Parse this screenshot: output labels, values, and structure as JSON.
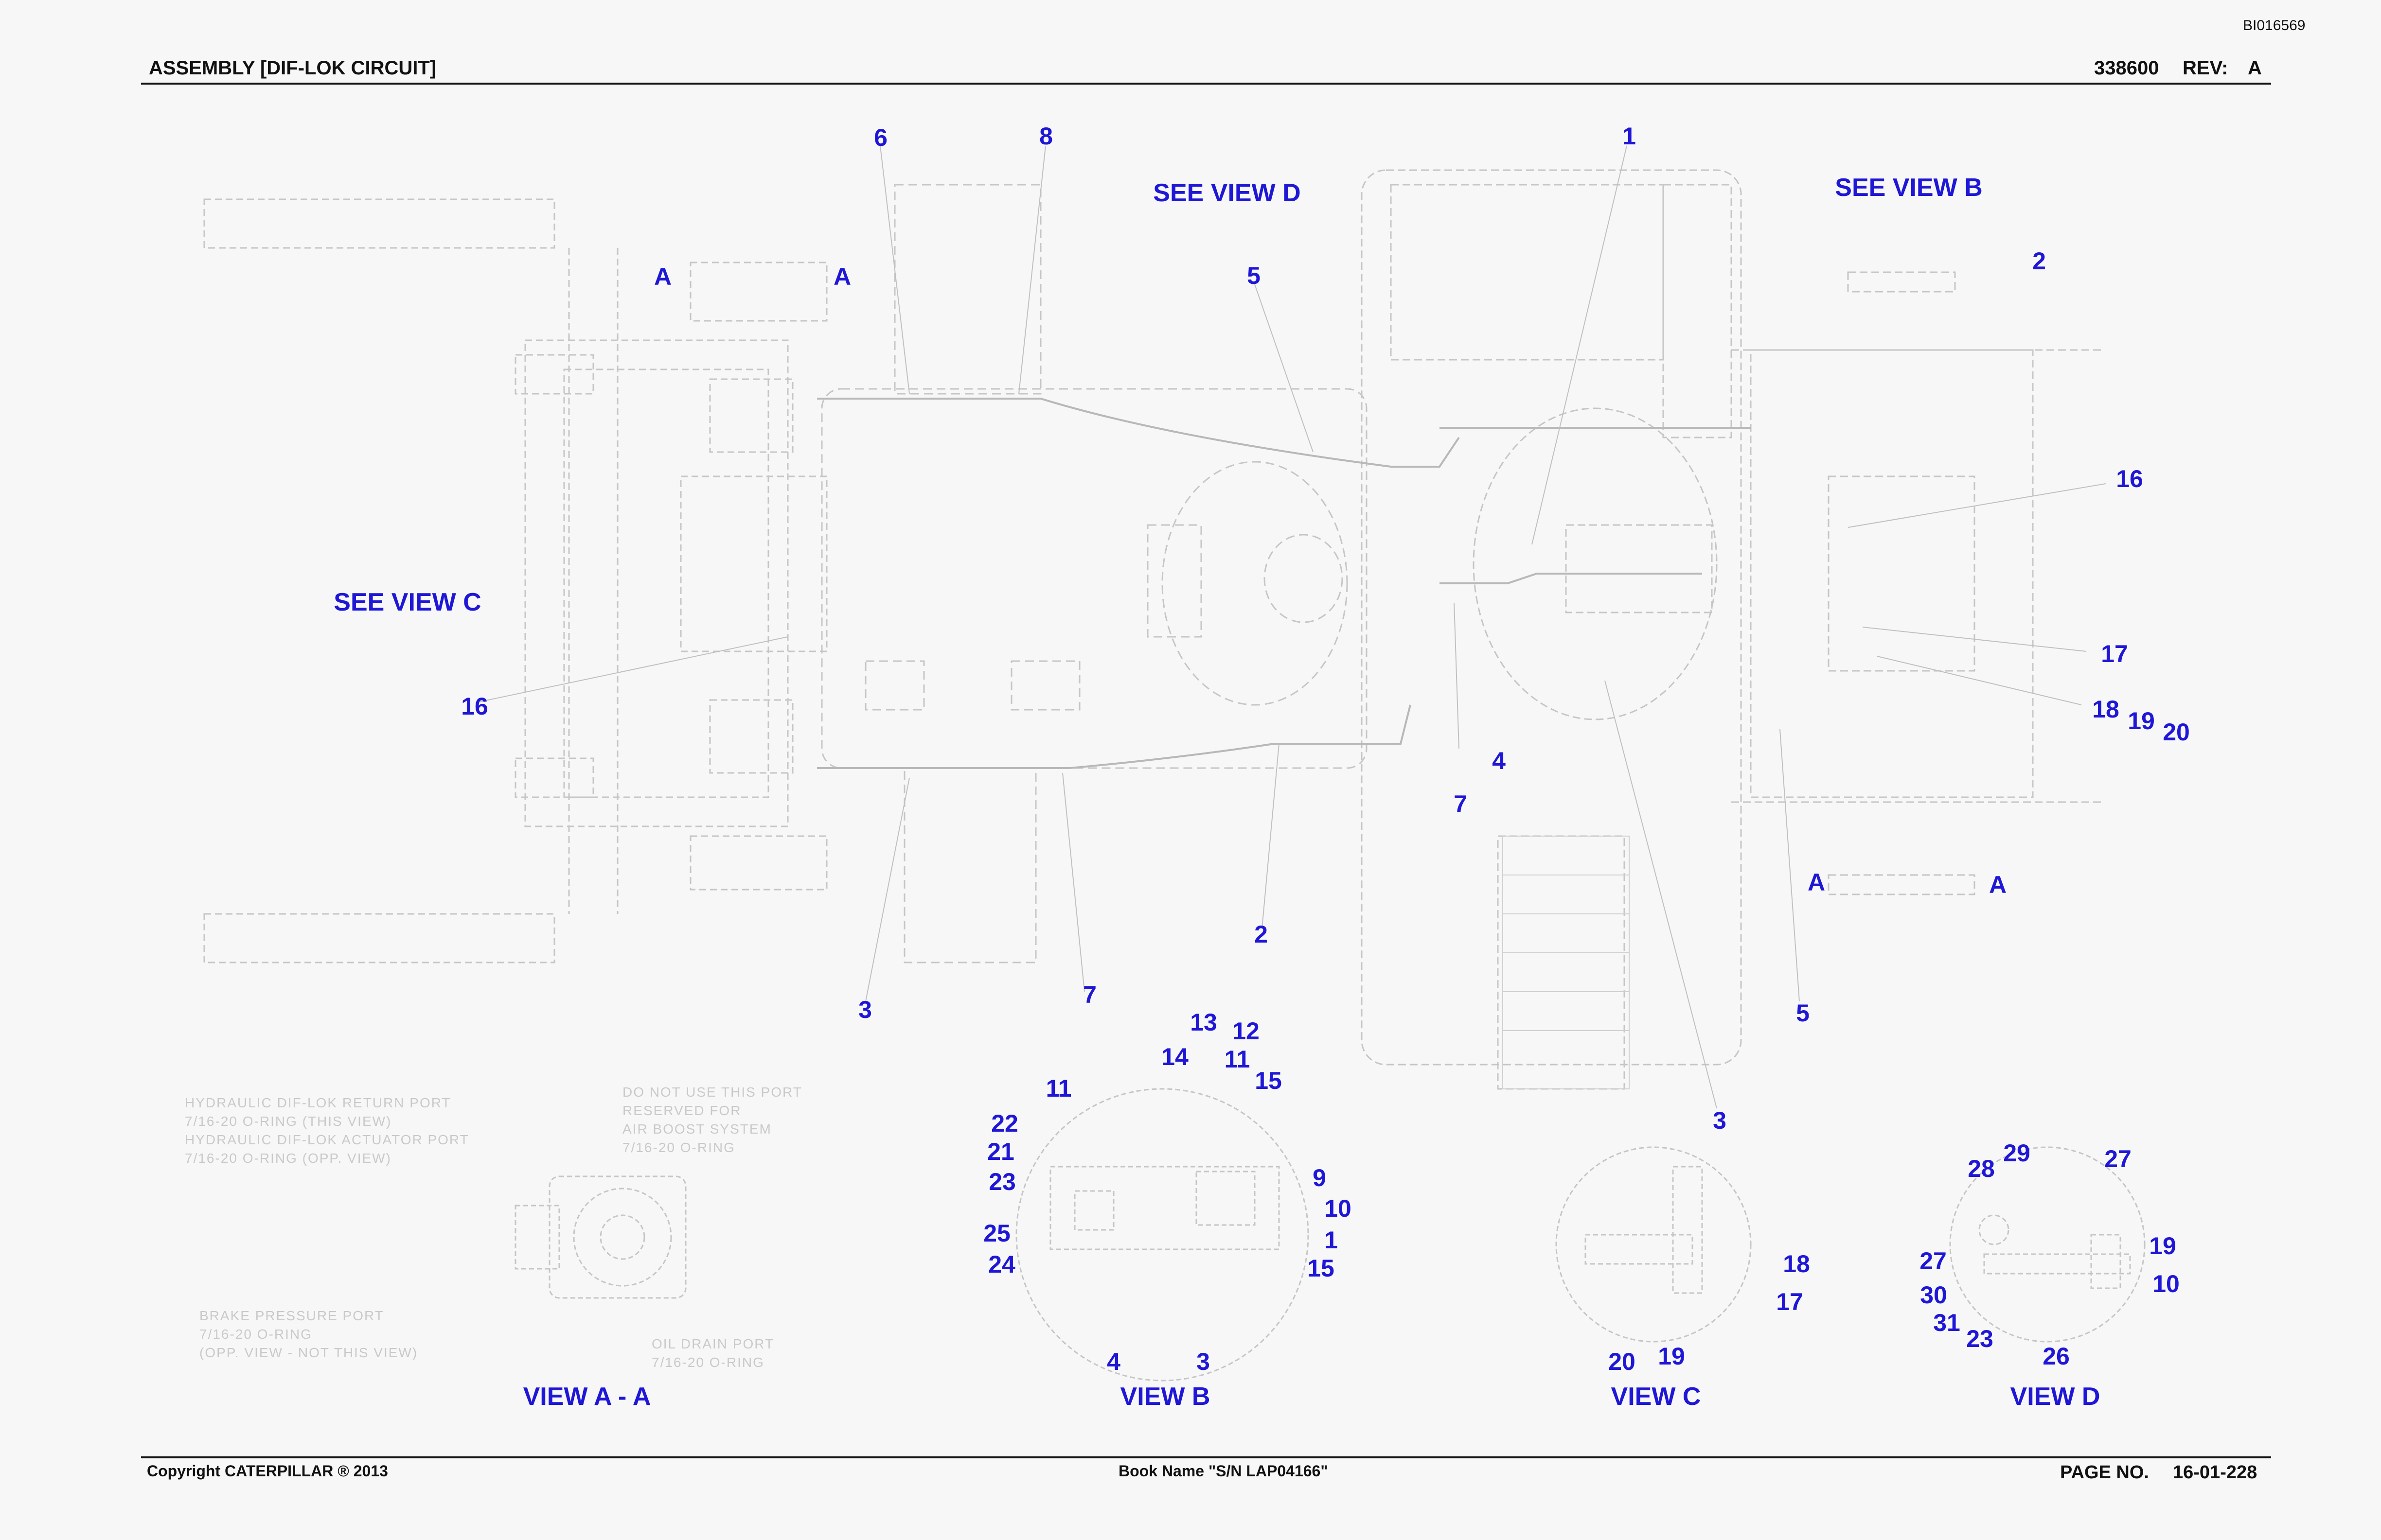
{
  "header": {
    "doc_id": "BI016569",
    "title": "ASSEMBLY [DIF-LOK CIRCUIT]",
    "part_number": "338600",
    "rev_label": "REV:",
    "rev_value": "A"
  },
  "footer": {
    "copyright": "Copyright CATERPILLAR ® 2013",
    "book_name": "Book Name \"S/N LAP04166\"",
    "page_label": "PAGE NO.",
    "page_value": "16-01-228"
  },
  "view_refs": {
    "see_view_b": "SEE VIEW B",
    "see_view_c": "SEE VIEW C",
    "see_view_d": "SEE VIEW D"
  },
  "section_marks": [
    "A",
    "A",
    "A",
    "A"
  ],
  "view_titles": {
    "a": "VIEW A - A",
    "b": "VIEW B",
    "c": "VIEW C",
    "d": "VIEW D"
  },
  "main_callouts": [
    "1",
    "2",
    "2",
    "3",
    "3",
    "4",
    "5",
    "5",
    "6",
    "7",
    "7",
    "8",
    "16",
    "16",
    "17",
    "18",
    "19",
    "20"
  ],
  "view_b_callouts": [
    "1",
    "3",
    "4",
    "9",
    "10",
    "11",
    "11",
    "12",
    "13",
    "14",
    "15",
    "15",
    "21",
    "22",
    "23",
    "24",
    "25"
  ],
  "view_c_callouts": [
    "17",
    "18",
    "19",
    "20"
  ],
  "view_d_callouts": [
    "10",
    "19",
    "23",
    "26",
    "27",
    "27",
    "28",
    "29",
    "30",
    "31"
  ],
  "faint_notes": {
    "return_port": "HYDRAULIC DIF-LOK RETURN PORT\n7/16-20 O-RING (THIS VIEW)\nHYDRAULIC DIF-LOK ACTUATOR PORT\n7/16-20 O-RING (OPP. VIEW)",
    "do_not_use": "DO NOT USE THIS PORT\nRESERVED FOR\nAIR BOOST SYSTEM\n7/16-20 O-RING",
    "brake_port": "BRAKE PRESSURE PORT\n7/16-20 O-RING\n(OPP. VIEW - NOT THIS VIEW)",
    "drain_port": "OIL DRAIN PORT\n7/16-20 O-RING"
  }
}
